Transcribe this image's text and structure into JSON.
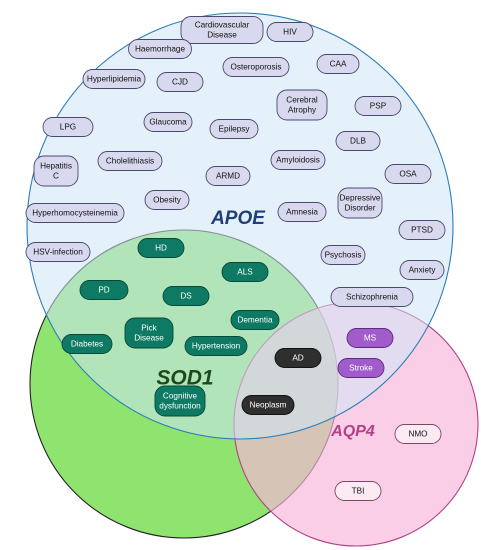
{
  "sets": {
    "apoe": {
      "label": "APOE",
      "fill": "#cfe6f5",
      "stroke": "#2c7db8",
      "label_color": "#1f3f78"
    },
    "sod1": {
      "label": "SOD1",
      "fill": "#8fe36f",
      "stroke": "#222222",
      "label_color": "#1d4a1d"
    },
    "aqp4": {
      "label": "AQP4",
      "fill": "#f7b7da",
      "stroke": "#b33f86",
      "label_color": "#b33f86"
    }
  },
  "styles": {
    "apoe_only": {
      "fill": "#d8d8ee",
      "stroke": "#4a4a6e",
      "text": "#111111"
    },
    "apoe_sod1": {
      "fill": "#0e7a64",
      "stroke": "#06483a",
      "text": "#ffffff"
    },
    "apoe_aqp4": {
      "fill": "#a15ccc",
      "stroke": "#5e2a7e",
      "text": "#ffffff"
    },
    "all_three": {
      "fill": "#2f2f2f",
      "stroke": "#111111",
      "text": "#ffffff"
    },
    "aqp4_only": {
      "fill": "#fbeaf2",
      "stroke": "#7a4a62",
      "text": "#111111"
    }
  },
  "conditions": [
    {
      "name": "cardiovascular",
      "lines": [
        "Cardiovascular",
        "Disease"
      ],
      "group": "apoe_only"
    },
    {
      "name": "hiv",
      "lines": [
        "HIV"
      ],
      "group": "apoe_only"
    },
    {
      "name": "haemorrhage",
      "lines": [
        "Haemorrhage"
      ],
      "group": "apoe_only"
    },
    {
      "name": "osteroporosis",
      "lines": [
        "Osteroporosis"
      ],
      "group": "apoe_only"
    },
    {
      "name": "caa",
      "lines": [
        "CAA"
      ],
      "group": "apoe_only"
    },
    {
      "name": "hyperlipidemia",
      "lines": [
        "Hyperlipidemia"
      ],
      "group": "apoe_only"
    },
    {
      "name": "cjd",
      "lines": [
        "CJD"
      ],
      "group": "apoe_only"
    },
    {
      "name": "cerebral-atrophy",
      "lines": [
        "Cerebral",
        "Atrophy"
      ],
      "group": "apoe_only"
    },
    {
      "name": "psp",
      "lines": [
        "PSP"
      ],
      "group": "apoe_only"
    },
    {
      "name": "lpg",
      "lines": [
        "LPG"
      ],
      "group": "apoe_only"
    },
    {
      "name": "glaucoma",
      "lines": [
        "Glaucoma"
      ],
      "group": "apoe_only"
    },
    {
      "name": "epilepsy",
      "lines": [
        "Epilepsy"
      ],
      "group": "apoe_only"
    },
    {
      "name": "dlb",
      "lines": [
        "DLB"
      ],
      "group": "apoe_only"
    },
    {
      "name": "hepatitis-c",
      "lines": [
        "Hepatitis",
        "C"
      ],
      "group": "apoe_only"
    },
    {
      "name": "cholelithiasis",
      "lines": [
        "Cholelithiasis"
      ],
      "group": "apoe_only"
    },
    {
      "name": "amyloidosis",
      "lines": [
        "Amyloidosis"
      ],
      "group": "apoe_only"
    },
    {
      "name": "armd",
      "lines": [
        "ARMD"
      ],
      "group": "apoe_only"
    },
    {
      "name": "osa",
      "lines": [
        "OSA"
      ],
      "group": "apoe_only"
    },
    {
      "name": "obesity",
      "lines": [
        "Obesity"
      ],
      "group": "apoe_only"
    },
    {
      "name": "depressive-disorder",
      "lines": [
        "Depressive",
        "Disorder"
      ],
      "group": "apoe_only"
    },
    {
      "name": "hyperhomocysteinemia",
      "lines": [
        "Hyperhomocysteinemia"
      ],
      "group": "apoe_only"
    },
    {
      "name": "amnesia",
      "lines": [
        "Amnesia"
      ],
      "group": "apoe_only"
    },
    {
      "name": "ptsd",
      "lines": [
        "PTSD"
      ],
      "group": "apoe_only"
    },
    {
      "name": "hsv-infection",
      "lines": [
        "HSV-infection"
      ],
      "group": "apoe_only"
    },
    {
      "name": "psychosis",
      "lines": [
        "Psychosis"
      ],
      "group": "apoe_only"
    },
    {
      "name": "anxiety",
      "lines": [
        "Anxiety"
      ],
      "group": "apoe_only"
    },
    {
      "name": "schizophrenia",
      "lines": [
        "Schizophrenia"
      ],
      "group": "apoe_only"
    },
    {
      "name": "hd",
      "lines": [
        "HD"
      ],
      "group": "apoe_sod1"
    },
    {
      "name": "als",
      "lines": [
        "ALS"
      ],
      "group": "apoe_sod1"
    },
    {
      "name": "pd",
      "lines": [
        "PD"
      ],
      "group": "apoe_sod1"
    },
    {
      "name": "ds",
      "lines": [
        "DS"
      ],
      "group": "apoe_sod1"
    },
    {
      "name": "dementia",
      "lines": [
        "Dementia"
      ],
      "group": "apoe_sod1"
    },
    {
      "name": "pick-disease",
      "lines": [
        "Pick",
        "Disease"
      ],
      "group": "apoe_sod1"
    },
    {
      "name": "diabetes",
      "lines": [
        "Diabetes"
      ],
      "group": "apoe_sod1"
    },
    {
      "name": "hypertension",
      "lines": [
        "Hypertension"
      ],
      "group": "apoe_sod1"
    },
    {
      "name": "cognitive-dysfunction",
      "lines": [
        "Cognitive",
        "dysfunction"
      ],
      "group": "apoe_sod1"
    },
    {
      "name": "ms",
      "lines": [
        "MS"
      ],
      "group": "apoe_aqp4"
    },
    {
      "name": "stroke",
      "lines": [
        "Stroke"
      ],
      "group": "apoe_aqp4"
    },
    {
      "name": "ad",
      "lines": [
        "AD"
      ],
      "group": "all_three"
    },
    {
      "name": "neoplasm",
      "lines": [
        "Neoplasm"
      ],
      "group": "all_three"
    },
    {
      "name": "nmo",
      "lines": [
        "NMO"
      ],
      "group": "aqp4_only"
    },
    {
      "name": "tbi",
      "lines": [
        "TBI"
      ],
      "group": "aqp4_only"
    }
  ]
}
